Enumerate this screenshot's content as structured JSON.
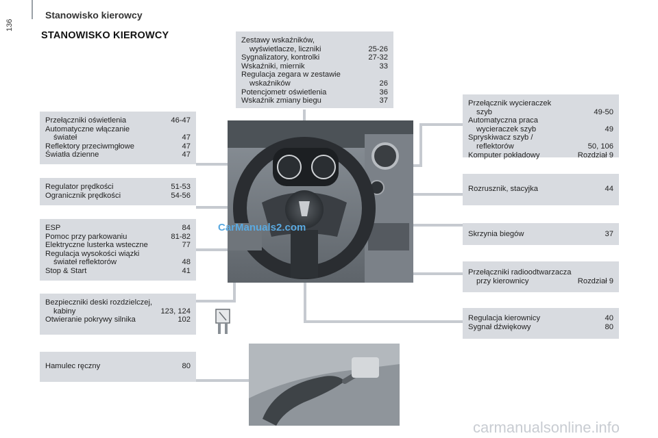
{
  "header": {
    "section_title": "Stanowisko kierowcy",
    "page_number": "136",
    "page_heading": "STANOWISKO KIEROWCY"
  },
  "boxes": {
    "instruments": [
      {
        "label": "Zestawy wskaźników,",
        "page": ""
      },
      {
        "label": "wyświetlacze, liczniki",
        "page": "25-26",
        "indent": true
      },
      {
        "label": "Sygnalizatory, kontrolki",
        "page": "27-32"
      },
      {
        "label": "Wskaźniki, miernik",
        "page": "33"
      },
      {
        "label": "Regulacja zegara w zestawie",
        "page": ""
      },
      {
        "label": "wskaźników",
        "page": "26",
        "indent": true
      },
      {
        "label": "Potencjometr oświetlenia",
        "page": "36"
      },
      {
        "label": "Wskaźnik zmiany biegu",
        "page": "37"
      }
    ],
    "lighting": [
      {
        "label": "Przełączniki oświetlenia",
        "page": "46-47"
      },
      {
        "label": "Automatyczne włączanie",
        "page": ""
      },
      {
        "label": "świateł",
        "page": "47",
        "indent": true
      },
      {
        "label": "Reflektory przeciwmgłowe",
        "page": "47"
      },
      {
        "label": "Światła dzienne",
        "page": "47"
      }
    ],
    "cruise": [
      {
        "label": "Regulator prędkości",
        "page": "51-53"
      },
      {
        "label": "Ogranicznik prędkości",
        "page": "54-56"
      }
    ],
    "esp": [
      {
        "label": "ESP",
        "page": "84"
      },
      {
        "label": "Pomoc przy parkowaniu",
        "page": "81-82"
      },
      {
        "label": "Elektryczne lusterka wsteczne",
        "page": "77"
      },
      {
        "label": "Regulacja wysokości wiązki",
        "page": ""
      },
      {
        "label": "świateł reflektorów",
        "page": "48",
        "indent": true
      },
      {
        "label": "Stop & Start",
        "page": "41"
      }
    ],
    "fuses": [
      {
        "label": "Bezpieczniki deski rozdzielczej,",
        "page": ""
      },
      {
        "label": "kabiny",
        "page": "123, 124",
        "indent": true
      },
      {
        "label": "Otwieranie pokrywy silnika",
        "page": "102"
      }
    ],
    "handbrake": [
      {
        "label": "Hamulec ręczny",
        "page": "80"
      }
    ],
    "wipers": [
      {
        "label": "Przełącznik wycieraczek",
        "page": ""
      },
      {
        "label": "szyb",
        "page": "49-50",
        "indent": true
      },
      {
        "label": "Automatyczna praca",
        "page": ""
      },
      {
        "label": "wycieraczek szyb",
        "page": "49",
        "indent": true
      },
      {
        "label": "Spryskiwacz szyb /",
        "page": ""
      },
      {
        "label": "reflektorów",
        "page": "50, 106",
        "indent": true
      },
      {
        "label": "Komputer pokładowy",
        "page": "Rozdział 9"
      }
    ],
    "ignition": [
      {
        "label": "Rozrusznik, stacyjka",
        "page": "44"
      }
    ],
    "gearbox": [
      {
        "label": "Skrzynia biegów",
        "page": "37"
      }
    ],
    "radio": [
      {
        "label": "Przełączniki radioodtwarzacza",
        "page": ""
      },
      {
        "label": "przy kierownicy",
        "page": "Rozdział 9",
        "indent": true
      }
    ],
    "steering": [
      {
        "label": "Regulacja kierownicy",
        "page": "40"
      },
      {
        "label": "Sygnał dźwiękowy",
        "page": "80"
      }
    ]
  },
  "watermarks": {
    "top": "CarManuals2.com",
    "bottom": "carmanualsonline.info"
  },
  "colors": {
    "box_bg": "#d8dbe0",
    "connector": "#c6cad0",
    "watermark_top": "#5aa9e0"
  }
}
